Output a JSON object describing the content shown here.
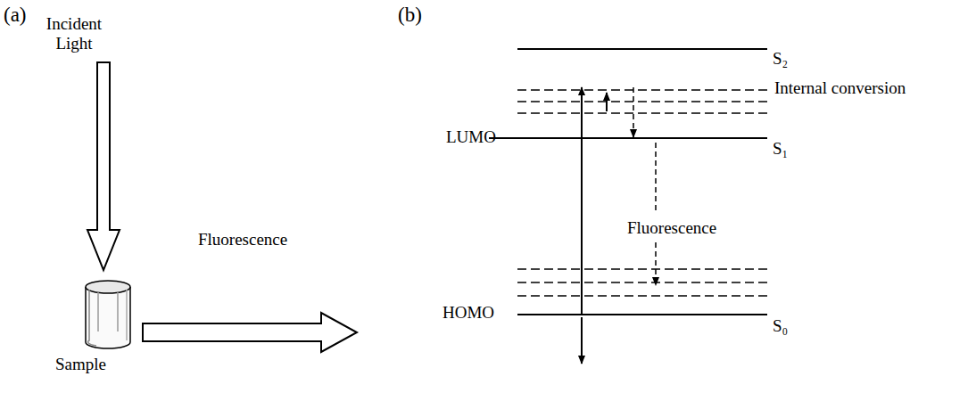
{
  "diagram": {
    "labels": [
      "(a)",
      "Incident Light",
      "Sample",
      "Fluorescence",
      "(b)",
      "S₂",
      "Internal conversion",
      "LUMO",
      "S₁",
      "Fluorescence",
      "HOMO",
      "S₀"
    ]
  }
}
